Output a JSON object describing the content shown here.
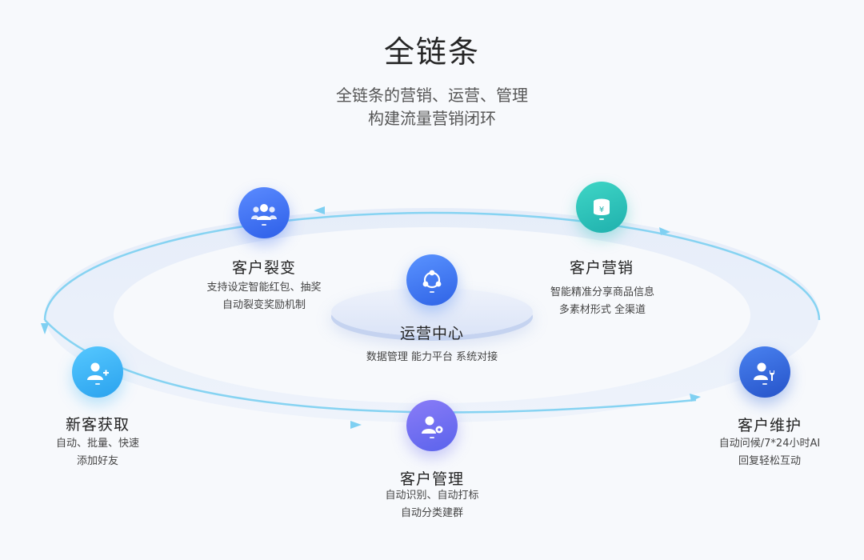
{
  "header": {
    "title": "全链条",
    "subtitle_line1": "全链条的营销、运营、管理",
    "subtitle_line2": "构建流量营销闭环"
  },
  "center": {
    "title": "运营中心",
    "desc": "数据管理  能力平台   系统对接",
    "icon": "share-network-icon",
    "color": "#3d7bf2"
  },
  "nodes": {
    "fission": {
      "title": "客户裂变",
      "desc": [
        "支持设定智能红包、抽奖",
        "自动裂变奖励机制"
      ],
      "icon": "user-group-icon",
      "color": "#3d6cf0"
    },
    "marketing": {
      "title": "客户营销",
      "desc": [
        "智能精准分享商品信息",
        "多素材形式 全渠道"
      ],
      "icon": "coin-database-icon",
      "color": "#27c1b8"
    },
    "acquire": {
      "title": "新客获取",
      "desc": [
        "自动、批量、快速",
        "添加好友"
      ],
      "icon": "add-user-icon",
      "color": "#3fb4f5"
    },
    "manage": {
      "title": "客户管理",
      "desc": [
        "自动识别、自动打标",
        "自动分类建群"
      ],
      "icon": "user-settings-icon",
      "color": "#6d6ef2"
    },
    "maintain": {
      "title": "客户维护",
      "desc": [
        "自动问候/7*24小时AI",
        "回复轻松互动"
      ],
      "icon": "user-wrench-icon",
      "color": "#2f64d8"
    }
  },
  "colors": {
    "ring_stroke": "#7fd0f2",
    "ring_fill": "#eaf0fa"
  }
}
